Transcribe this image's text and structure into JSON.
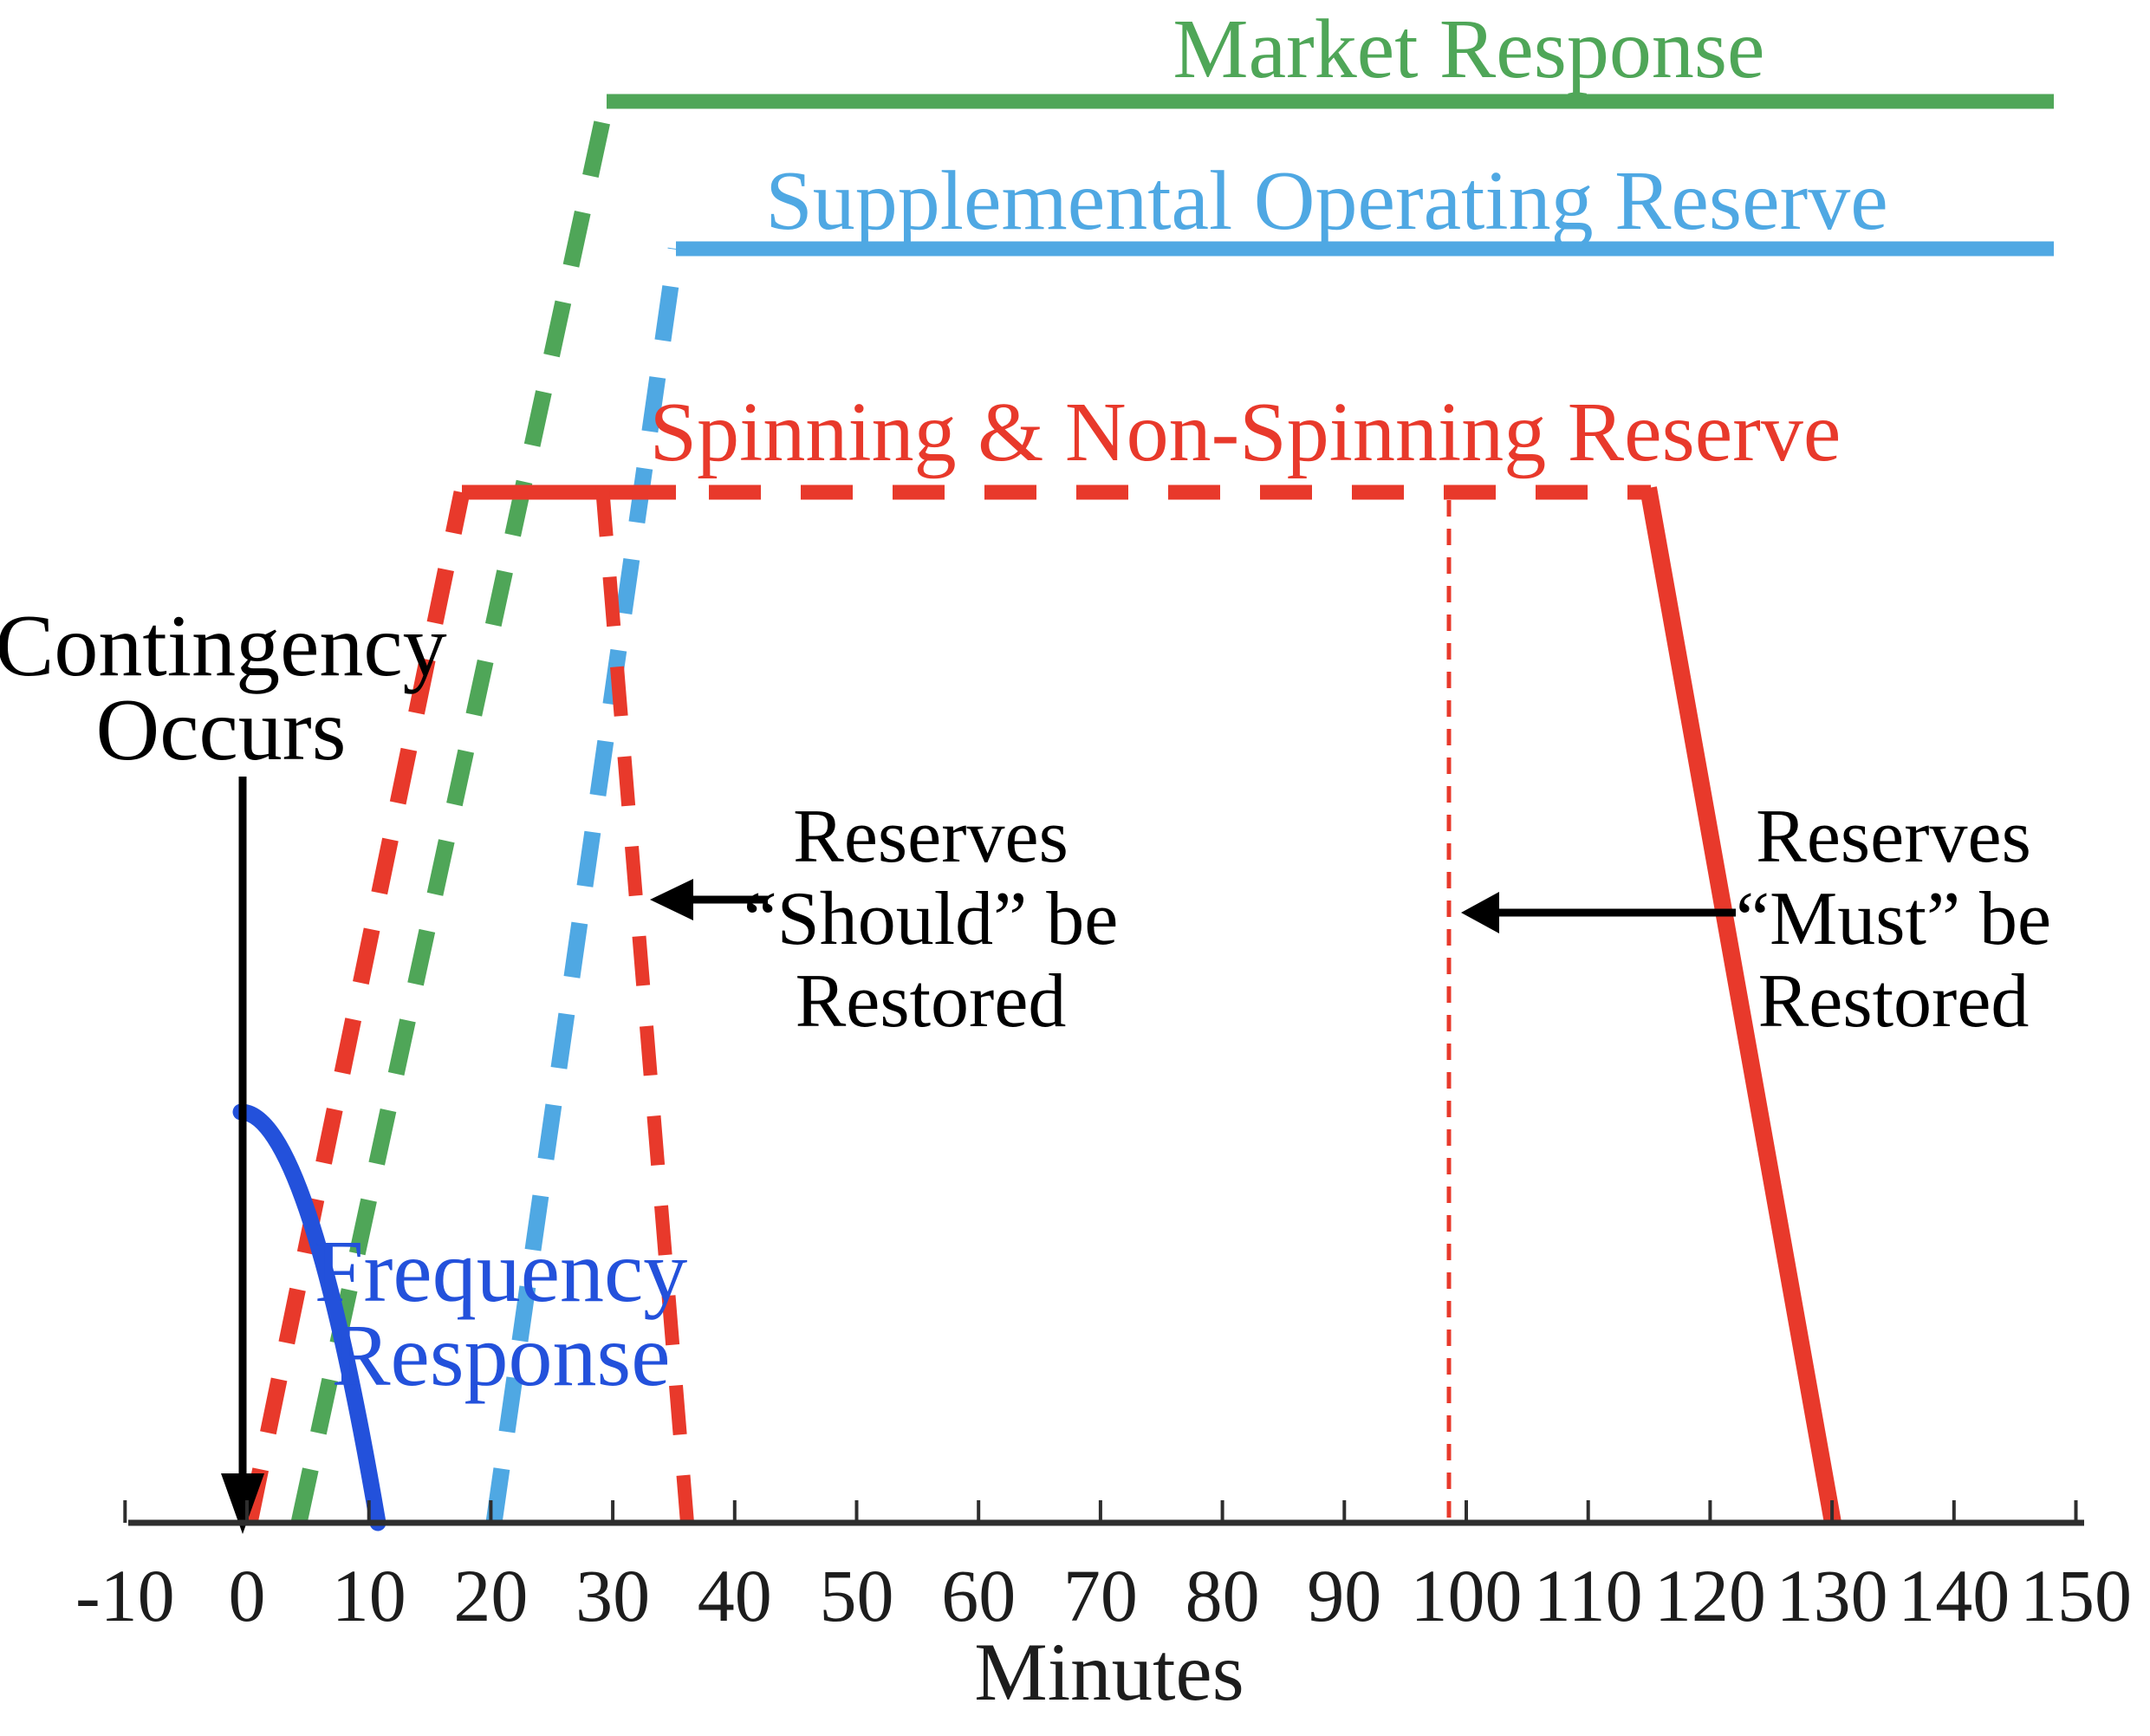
{
  "colors": {
    "green": "#4FA658",
    "lightblue": "#4FA8E3",
    "red": "#E8392B",
    "blue": "#2351DB",
    "black": "#000000",
    "axis": "#2E2E2E"
  },
  "series_labels": {
    "market": "Market Response",
    "supplemental": "Supplemental Operating Reserve",
    "spinning": "Spinning & Non-Spinning Reserve",
    "frequency": {
      "lines": [
        "Frequency",
        "Response"
      ]
    }
  },
  "annotations": {
    "contingency": {
      "lines": [
        "Contingency",
        "Occurs"
      ]
    },
    "should": {
      "lines": [
        "Reserves",
        "“Should” be",
        "Restored"
      ]
    },
    "must": {
      "lines": [
        "Reserves",
        "“Must” be",
        "Restored"
      ]
    }
  },
  "axis": {
    "xlabel": "Minutes",
    "tick_values": [
      -10,
      0,
      10,
      20,
      30,
      40,
      50,
      60,
      70,
      80,
      90,
      100,
      110,
      120,
      130,
      140,
      150
    ],
    "tick_labels": [
      "-10",
      "0",
      "10",
      "20",
      "30",
      "40",
      "50",
      "60",
      "70",
      "80",
      "90",
      "100",
      "110",
      "120",
      "130",
      "140",
      "150"
    ]
  },
  "chart_data": {
    "type": "line",
    "title": "",
    "xlabel": "Minutes",
    "ylabel": "",
    "xlim": [
      -10,
      150
    ],
    "grid": false,
    "legend_position": "labels-on-lines",
    "y_units": "relative reserve level (0-100, unlabeled axis)",
    "series": [
      {
        "name": "Frequency Response",
        "color": "#2351DB",
        "style": "solid curve",
        "points": [
          [
            0,
            29
          ],
          [
            3,
            27
          ],
          [
            6,
            21
          ],
          [
            9,
            9
          ],
          [
            10.7,
            0
          ]
        ]
      },
      {
        "name": "Market Response",
        "color": "#4FA658",
        "style": "dashed ramp then solid plateau",
        "points": [
          [
            4,
            0
          ],
          [
            29.5,
            100
          ],
          [
            148,
            100
          ]
        ]
      },
      {
        "name": "Supplemental Operating Reserve",
        "color": "#4FA8E3",
        "style": "dashed ramp then solid plateau",
        "points": [
          [
            20,
            0
          ],
          [
            35,
            90
          ],
          [
            148,
            90
          ]
        ]
      },
      {
        "name": "Spinning & Non-Spinning Reserve",
        "color": "#E8392B",
        "style": "dashed ramp, dashed plateau, solid ramp-down",
        "points": [
          [
            0,
            0
          ],
          [
            17.5,
            72.5
          ],
          [
            115,
            72.5
          ],
          [
            130,
            0
          ]
        ]
      },
      {
        "name": "Reserves should-be-restored boundary",
        "color": "#E8392B",
        "style": "dashed",
        "points": [
          [
            29,
            72.5
          ],
          [
            36,
            0
          ]
        ]
      },
      {
        "name": "Reserves must-be-restored boundary",
        "color": "#E8392B",
        "style": "thin dashed vertical",
        "points": [
          [
            99,
            72.5
          ],
          [
            99,
            0
          ]
        ]
      }
    ],
    "annotations": [
      {
        "text": "Contingency Occurs",
        "arrow": "down",
        "arrow_points_to_minute": 0
      },
      {
        "text": "Reserves “Should” be Restored",
        "arrow": "left",
        "arrow_points_to_minute": 33
      },
      {
        "text": "Reserves “Must” be Restored",
        "arrow": "left",
        "arrow_points_to_minute": 99
      }
    ]
  }
}
